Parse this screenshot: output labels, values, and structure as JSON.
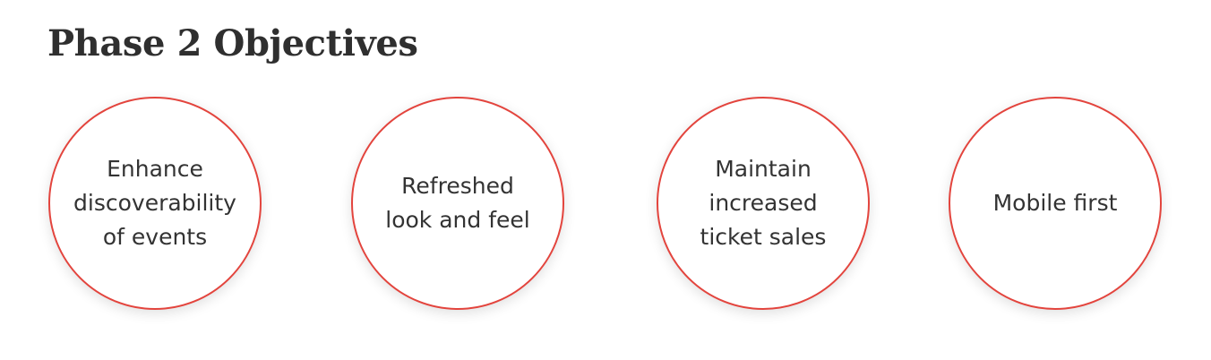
{
  "title": "Phase 2 Objectives",
  "objectives": [
    {
      "lines": [
        "Enhance",
        "discoverability",
        "of events"
      ]
    },
    {
      "lines": [
        "Refreshed",
        "look and feel"
      ]
    },
    {
      "lines": [
        "Maintain",
        "increased",
        "ticket sales"
      ]
    },
    {
      "lines": [
        "Mobile first"
      ]
    }
  ],
  "colors": {
    "accent": "#e3443d",
    "title_text": "#2f2f2f",
    "body_text": "#333333",
    "background": "#ffffff"
  }
}
